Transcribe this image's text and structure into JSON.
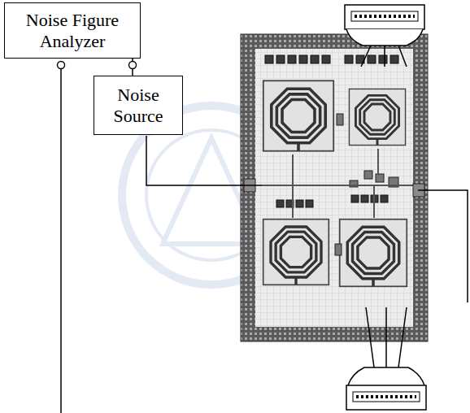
{
  "diagram": {
    "nodes": [
      {
        "text": [
          "Noise Figure Analyzer"
        ]
      },
      {
        "text": [
          "Noise Source"
        ]
      }
    ],
    "edges": [
      {
        "from": 0,
        "to": 1,
        "arrow": "none"
      }
    ]
  }
}
